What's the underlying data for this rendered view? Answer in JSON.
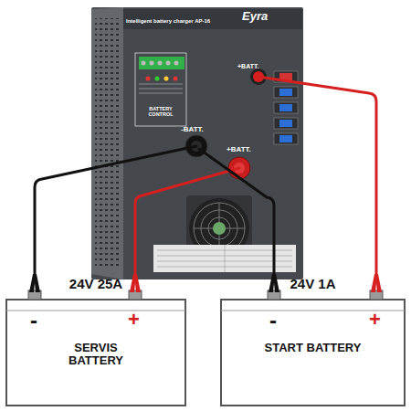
{
  "diagram": {
    "nodes": [
      {
        "text": [
          "Intelligent battery charger AP-16",
          "Eyra",
          "+BATT.",
          "BATTERY CONTROL",
          "-BATT.",
          "+BATT."
        ]
      },
      {
        "text": [
          "-",
          "24V 25A",
          "+",
          "SERVIS BATTERY"
        ]
      },
      {
        "text": [
          "-",
          "24V 1A",
          "+",
          "START BATTERY"
        ]
      }
    ],
    "edges": [
      {
        "from": 0,
        "to": 1,
        "arrow": "none"
      },
      {
        "from": 0,
        "to": 1,
        "arrow": "none"
      },
      {
        "from": 0,
        "to": 2,
        "arrow": "none"
      },
      {
        "from": 0,
        "to": 2,
        "arrow": "none"
      }
    ]
  }
}
